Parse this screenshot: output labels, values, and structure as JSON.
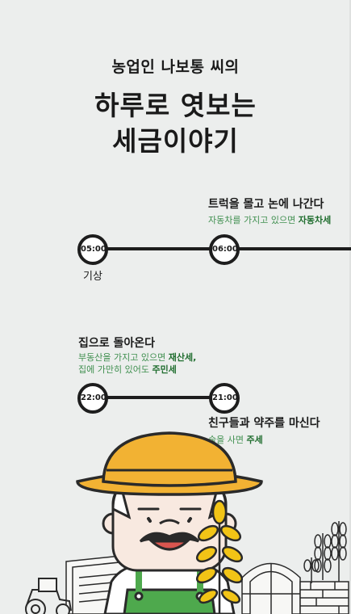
{
  "header": {
    "subtitle": "농업인 나보통 씨의",
    "title_line1": "하루로 엿보는",
    "title_line2": "세금이야기"
  },
  "timeline": {
    "row1": {
      "time_left": "05:00",
      "time_right": "06:00",
      "left_label": "기상",
      "event_title": "트럭을 몰고 논에 나간다",
      "desc_text": "자동차를 가지고 있으면",
      "desc_tax": "자동차세"
    },
    "row2": {
      "time_left": "22:00",
      "time_right": "21:00",
      "home_title": "집으로 돌아온다",
      "home_desc1_text": "부동산을 가지고 있으면",
      "home_desc1_tax": "재산세,",
      "home_desc2_text": "집에 가만히 있어도",
      "home_desc2_tax": "주민세",
      "drink_title": "친구들과 약주를 마신다",
      "drink_desc_text": "술을 사면",
      "drink_desc_tax": "주세"
    }
  },
  "colors": {
    "background": "#eceeed",
    "line": "#1d1d1d",
    "accent_green": "#3f8f4f",
    "tax_green": "#1f6d2e",
    "hat_yellow": "#f2b233",
    "overall_green": "#4ea94d"
  }
}
